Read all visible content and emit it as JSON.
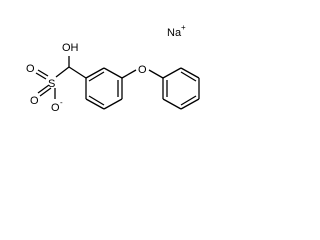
{
  "molecule": {
    "counter_ion": {
      "label": "Na",
      "charge": "+"
    },
    "atoms": {
      "hydroxyl": "OH",
      "sulfur": "S",
      "oxo_left": "O",
      "oxo_bottom": "O",
      "oxide": "O",
      "oxide_charge": "-",
      "ether_oxygen": "O"
    }
  }
}
